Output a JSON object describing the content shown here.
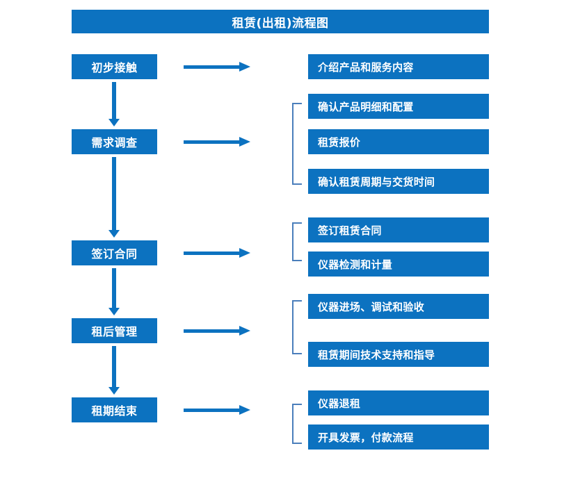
{
  "title": "租赁(出租)流程图",
  "theme": {
    "box_fill": "#0c72c0",
    "box_text": "#ffffff",
    "arrow": "#0c72c0",
    "bracket": "#4a7ebb",
    "background": "#ffffff"
  },
  "stages": [
    {
      "label": "初步接触"
    },
    {
      "label": "需求调查"
    },
    {
      "label": "签订合同"
    },
    {
      "label": "租后管理"
    },
    {
      "label": "租期结束"
    }
  ],
  "details": [
    {
      "label": "介绍产品和服务内容"
    },
    {
      "label": "确认产品明细和配置"
    },
    {
      "label": "租赁报价"
    },
    {
      "label": "确认租赁周期与交货时间"
    },
    {
      "label": "签订租赁合同"
    },
    {
      "label": "仪器检测和计量"
    },
    {
      "label": "仪器进场、调试和验收"
    },
    {
      "label": "租赁期间技术支持和指导"
    },
    {
      "label": "仪器退租"
    },
    {
      "label": "开具发票，付款流程"
    }
  ],
  "groups": [
    {
      "stage": "需求调查",
      "detail_labels": [
        "确认产品明细和配置",
        "租赁报价",
        "确认租赁周期与交货时间"
      ]
    },
    {
      "stage": "签订合同",
      "detail_labels": [
        "签订租赁合同",
        "仪器检测和计量"
      ]
    },
    {
      "stage": "租后管理",
      "detail_labels": [
        "仪器进场、调试和验收",
        "租赁期间技术支持和指导"
      ]
    },
    {
      "stage": "租期结束",
      "detail_labels": [
        "仪器退租",
        "开具发票，付款流程"
      ]
    }
  ]
}
